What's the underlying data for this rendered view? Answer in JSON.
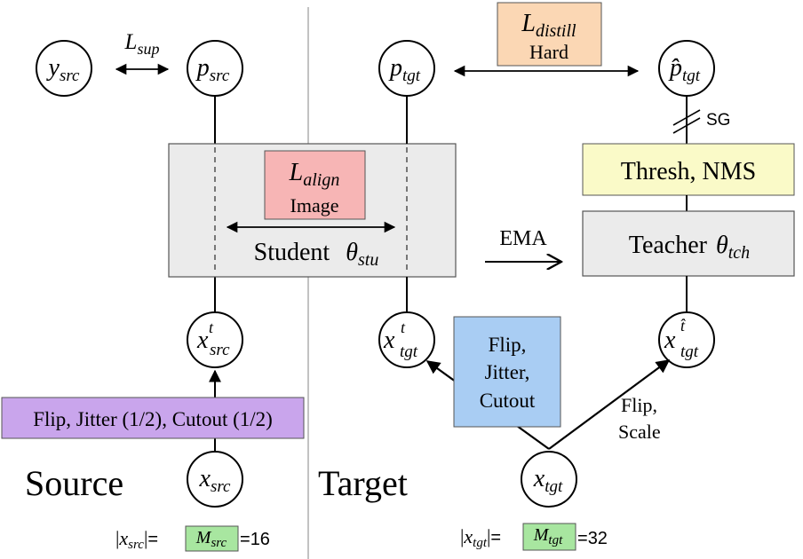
{
  "colors": {
    "grey_box": "#ebebeb",
    "align_box": "#f7b5b5",
    "distill_box": "#fbd7b4",
    "thresh_box": "#fafac8",
    "source_aug_box": "#c9a5ec",
    "target_aug_box": "#a9cdf3",
    "m_box": "#a8e6a0",
    "divider": "#999999"
  },
  "nodes": {
    "y_src": {
      "base": "y",
      "sub": "src"
    },
    "p_src": {
      "base": "p",
      "sub": "src"
    },
    "p_tgt": {
      "base": "p",
      "sub": "tgt"
    },
    "p_hat_tgt": {
      "base": "p̂",
      "sub": "tgt"
    },
    "x_src_t": {
      "base": "x",
      "sup": "t",
      "sub": "src"
    },
    "x_tgt_t": {
      "base": "x",
      "sup": "t",
      "sub": "tgt"
    },
    "x_tgt_that": {
      "base": "x",
      "sup": "t̂",
      "sub": "tgt"
    },
    "x_src": {
      "base": "x",
      "sub": "src"
    },
    "x_tgt": {
      "base": "x",
      "sub": "tgt"
    }
  },
  "labels": {
    "l_sup": {
      "base": "L",
      "sub": "sup"
    },
    "l_distill": {
      "base": "L",
      "sub": "distill",
      "caption": "Hard"
    },
    "l_align": {
      "base": "L",
      "sub": "align",
      "caption": "Image"
    },
    "student": {
      "text": "Student",
      "theta": "θ",
      "sub": "stu"
    },
    "teacher": {
      "text": "Teacher",
      "theta": "θ",
      "sub": "tch"
    },
    "thresh": "Thresh, NMS",
    "ema": "EMA",
    "sg": "SG",
    "source_aug": "Flip, Jitter (1/2), Cutout (1/2)",
    "target_aug_lines": [
      "Flip,",
      "Jitter,",
      "Cutout"
    ],
    "teacher_aug_lines": [
      "Flip,",
      "Scale"
    ],
    "source": "Source",
    "target": "Target"
  },
  "batch": {
    "src": {
      "x_base": "x",
      "x_sub": "src",
      "m_base": "M",
      "m_sub": "src",
      "equals": "=",
      "value": "16"
    },
    "tgt": {
      "x_base": "x",
      "x_sub": "tgt",
      "m_base": "M",
      "m_sub": "tgt",
      "equals": "=",
      "value": "32"
    }
  }
}
